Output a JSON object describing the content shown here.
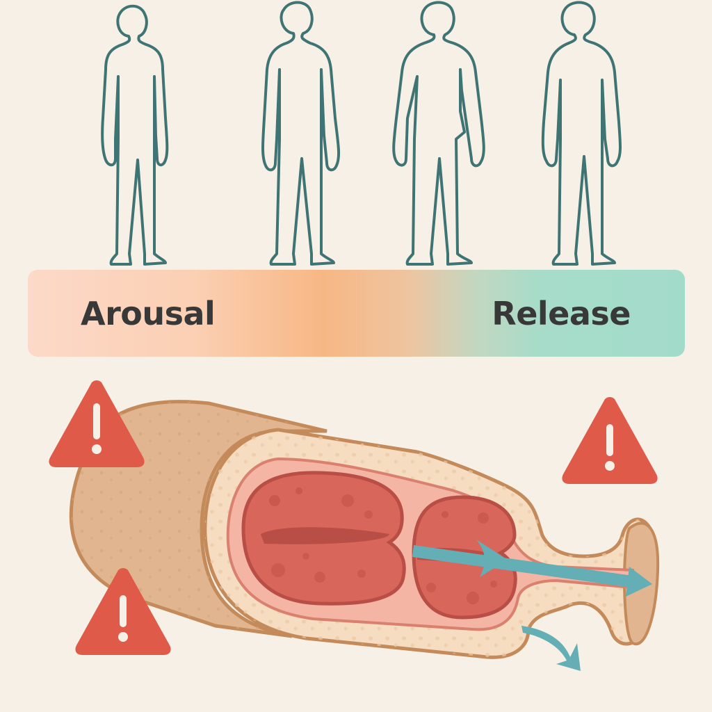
{
  "figures": {
    "count": 4,
    "icon": "human-outline-icon",
    "stroke_color": "#3f7474"
  },
  "scale_bar": {
    "left_label": "Arousal",
    "right_label": "Release",
    "gradient_colors": [
      "#fcd9c8",
      "#f7b784",
      "#a6dcc9"
    ]
  },
  "anatomy": {
    "description": "cross-section-of-tube-with-two-chambers",
    "outer_color": "#e0b58f",
    "outline_color": "#c48a5a",
    "inner_layer_color": "#f6dcc0",
    "lumen_color": "#f5b5a5",
    "chamber_color": "#d9665a",
    "arrow_color": "#64aeb5"
  },
  "warnings": [
    {
      "icon": "warning-triangle-icon",
      "position": "top-left"
    },
    {
      "icon": "warning-triangle-icon",
      "position": "top-right"
    },
    {
      "icon": "warning-triangle-icon",
      "position": "bottom-left"
    }
  ],
  "colors": {
    "background": "#f7f0e6",
    "warning": "#e05a4a",
    "text": "#383838"
  }
}
